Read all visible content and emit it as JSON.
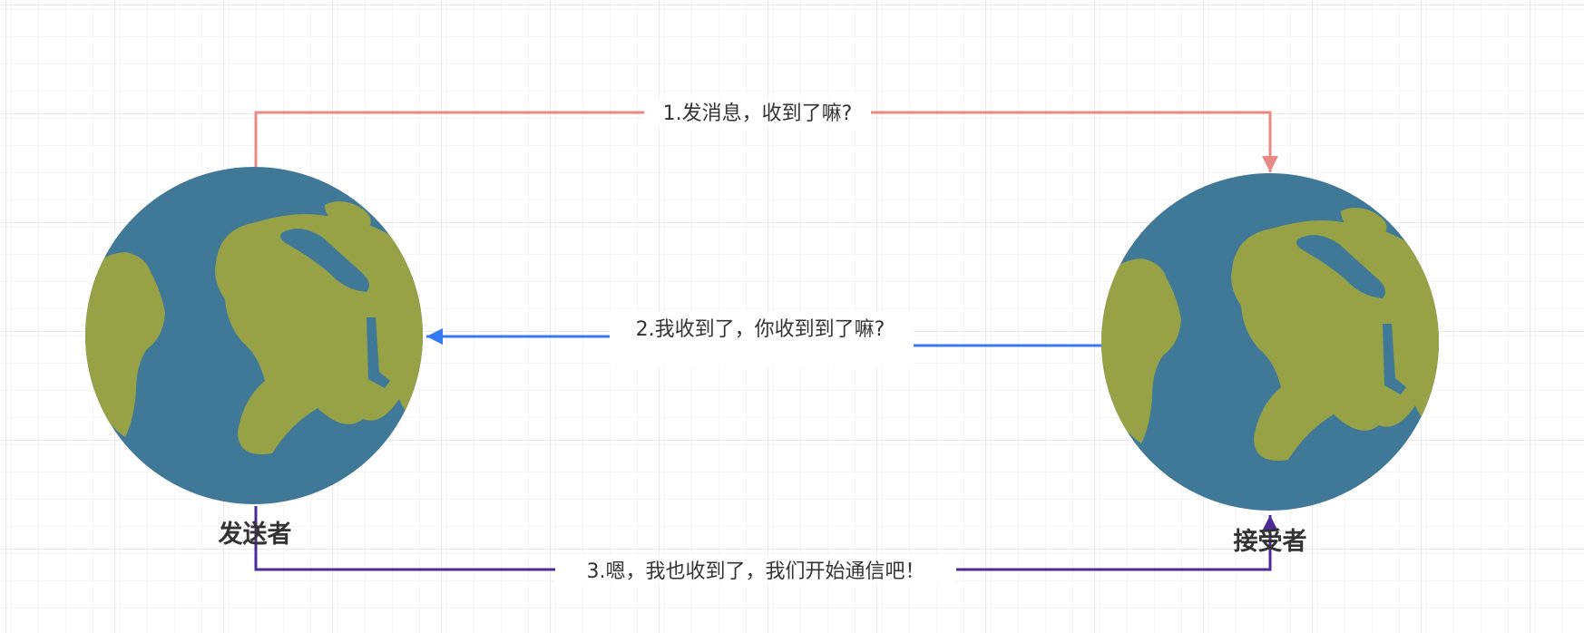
{
  "nodes": {
    "sender": {
      "label": "发送者"
    },
    "receiver": {
      "label": "接受者"
    }
  },
  "edges": {
    "step1": {
      "label": "1.发消息，收到了嘛?",
      "color": "#ea8a85"
    },
    "step2": {
      "label": "2.我收到了，你收到到了嘛?",
      "color": "#3478f6"
    },
    "step3": {
      "label": "3.嗯，我也收到了，我们开始通信吧！",
      "color": "#4c2a9a"
    }
  },
  "colors": {
    "ocean": "#407898",
    "land": "#97a146",
    "grid_minor": "#eeeeee",
    "grid_major": "#dddddd",
    "text": "#333333"
  },
  "icons": {
    "node_icon": "earth-globe-icon"
  }
}
